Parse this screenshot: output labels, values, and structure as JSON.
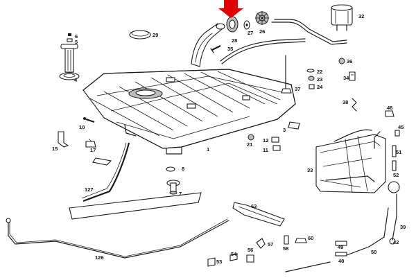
{
  "figure": {
    "highlight_color": "#e00000",
    "labels": {
      "p1": "1",
      "p3": "3",
      "p4": "4",
      "p5": "5",
      "p6": "6",
      "p7": "7",
      "p8": "8",
      "p10": "10",
      "p11": "11",
      "p12": "12",
      "p15": "15",
      "p17": "17",
      "p21": "21",
      "p22": "22",
      "p23": "23",
      "p24": "24",
      "p26": "26",
      "p27": "27",
      "p28": "28",
      "p29": "29",
      "p32": "32",
      "p33": "33",
      "p34": "34",
      "p35": "35",
      "p36": "36",
      "p37": "37",
      "p38": "38",
      "p39": "39",
      "p42": "42",
      "p45": "45",
      "p46": "46",
      "p48": "48",
      "p49": "49",
      "p50": "50",
      "p51": "51",
      "p52": "52",
      "p53": "53",
      "p54": "54",
      "p56": "56",
      "p57": "57",
      "p58": "58",
      "p60": "60",
      "p63": "63",
      "p126": "126",
      "p127": "127"
    }
  }
}
